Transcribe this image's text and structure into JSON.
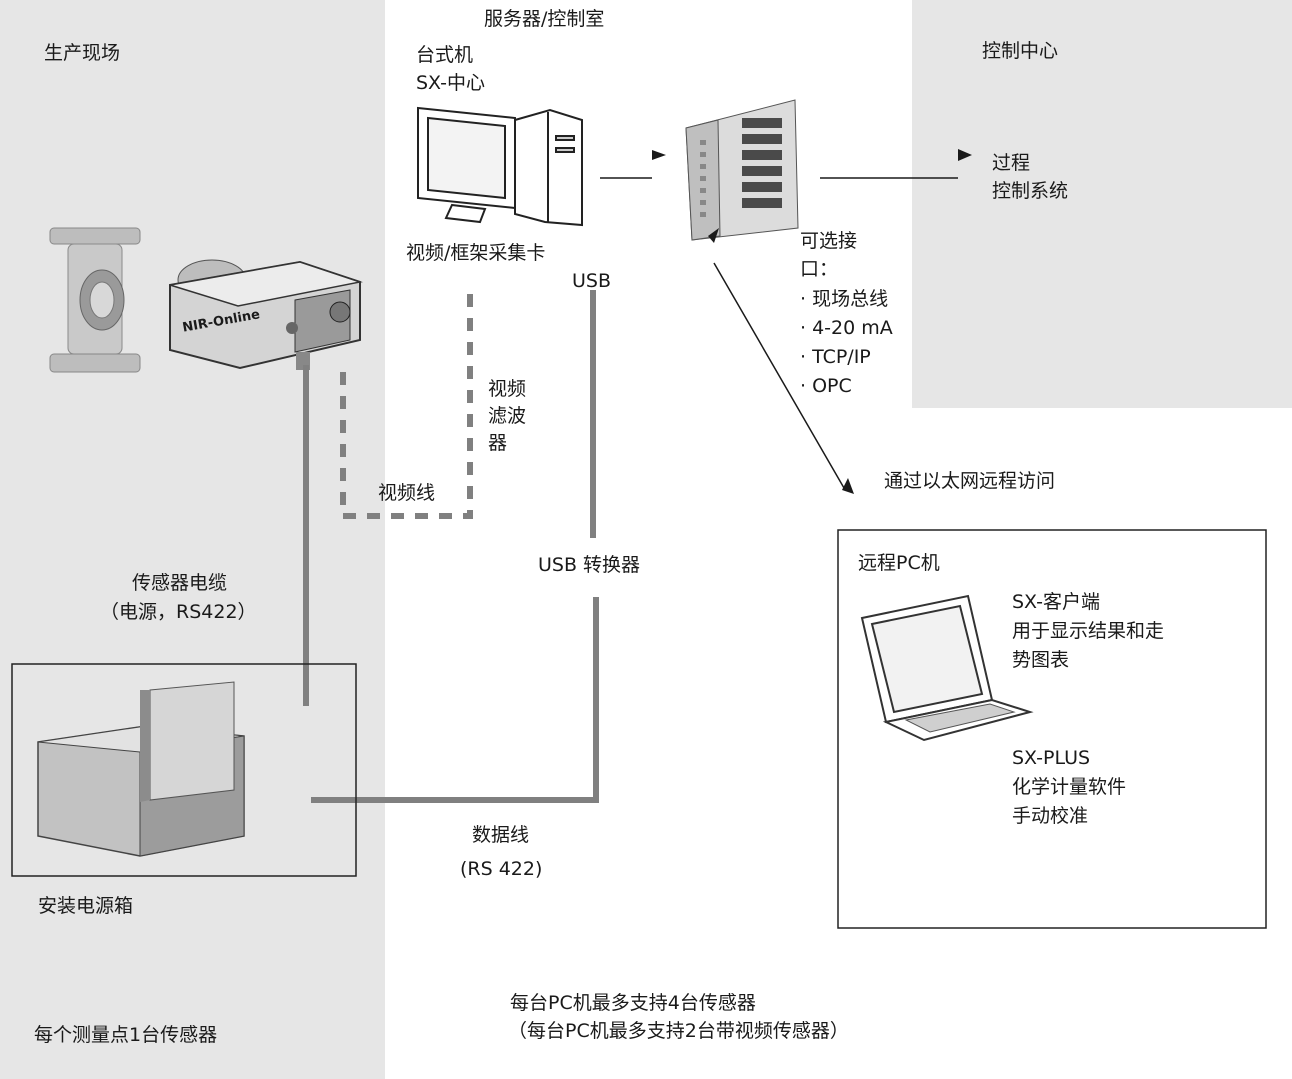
{
  "zones": {
    "production": "生产现场",
    "server_room": "服务器/控制室",
    "control_center": "控制中心"
  },
  "desktop": {
    "title_line1": "台式机",
    "title_line2": "SX-中心",
    "capture_card": "视频/框架采集卡"
  },
  "sensor": {
    "brand": "NIR-Online"
  },
  "links": {
    "usb": "USB",
    "video_filter": "视频\n滤波\n器",
    "video_cable": "视频线",
    "usb_converter": "USB 转换器",
    "sensor_cable_line1": "传感器电缆",
    "sensor_cable_line2": "（电源，RS422）",
    "data_line_line1": "数据线",
    "data_line_line2": "(RS 422)",
    "ethernet": "通过以太网远程访问"
  },
  "interfaces": {
    "title_line1": "可选接",
    "title_line2": "口：",
    "items": [
      "· 现场总线",
      "· 4-20 mA",
      "· TCP/IP",
      "· OPC"
    ]
  },
  "process": {
    "line1": "过程",
    "line2": "控制系统"
  },
  "remote_pc": {
    "title": "远程PC机",
    "client": "SX-客户端\n用于显示结果和走\n势图表",
    "plus": "SX-PLUS\n化学计量软件\n手动校准"
  },
  "power_box": {
    "label": "安装电源箱"
  },
  "footer": {
    "per_point": "每个测量点1台传感器",
    "max_line1": "每台PC机最多支持4台传感器",
    "max_line2": "（每台PC机最多支持2台带视频传感器）"
  },
  "colors": {
    "panel_gray": "#e6e6e6",
    "cable_gray": "#808080",
    "line_black": "#1a1a1a"
  }
}
